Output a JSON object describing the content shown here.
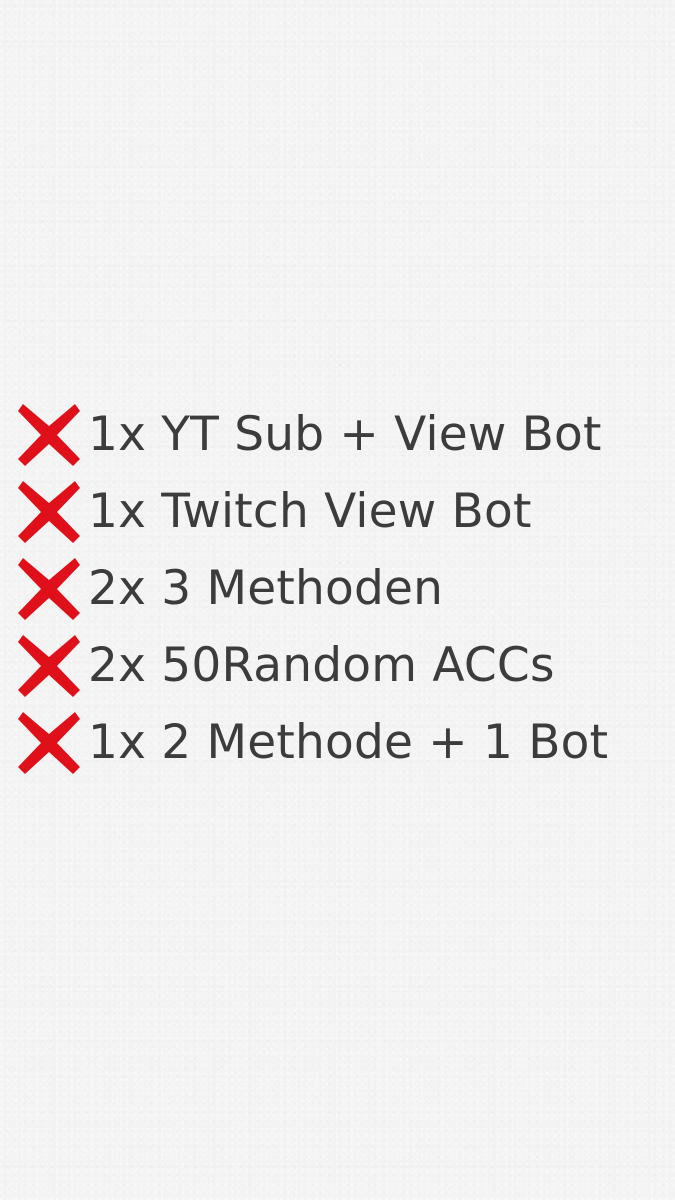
{
  "note": {
    "items": [
      {
        "icon": "cross-mark-icon",
        "text": "1x YT Sub + View Bot"
      },
      {
        "icon": "cross-mark-icon",
        "text": "1x Twitch View Bot"
      },
      {
        "icon": "cross-mark-icon",
        "text": "2x 3 Methoden"
      },
      {
        "icon": "cross-mark-icon",
        "text": "2x 50Random ACCs"
      },
      {
        "icon": "cross-mark-icon",
        "text": "1x 2 Methode + 1 Bot"
      }
    ]
  },
  "colors": {
    "background": "#f3f3f3",
    "text": "#3c3c3c",
    "cross": "#e0101a"
  }
}
